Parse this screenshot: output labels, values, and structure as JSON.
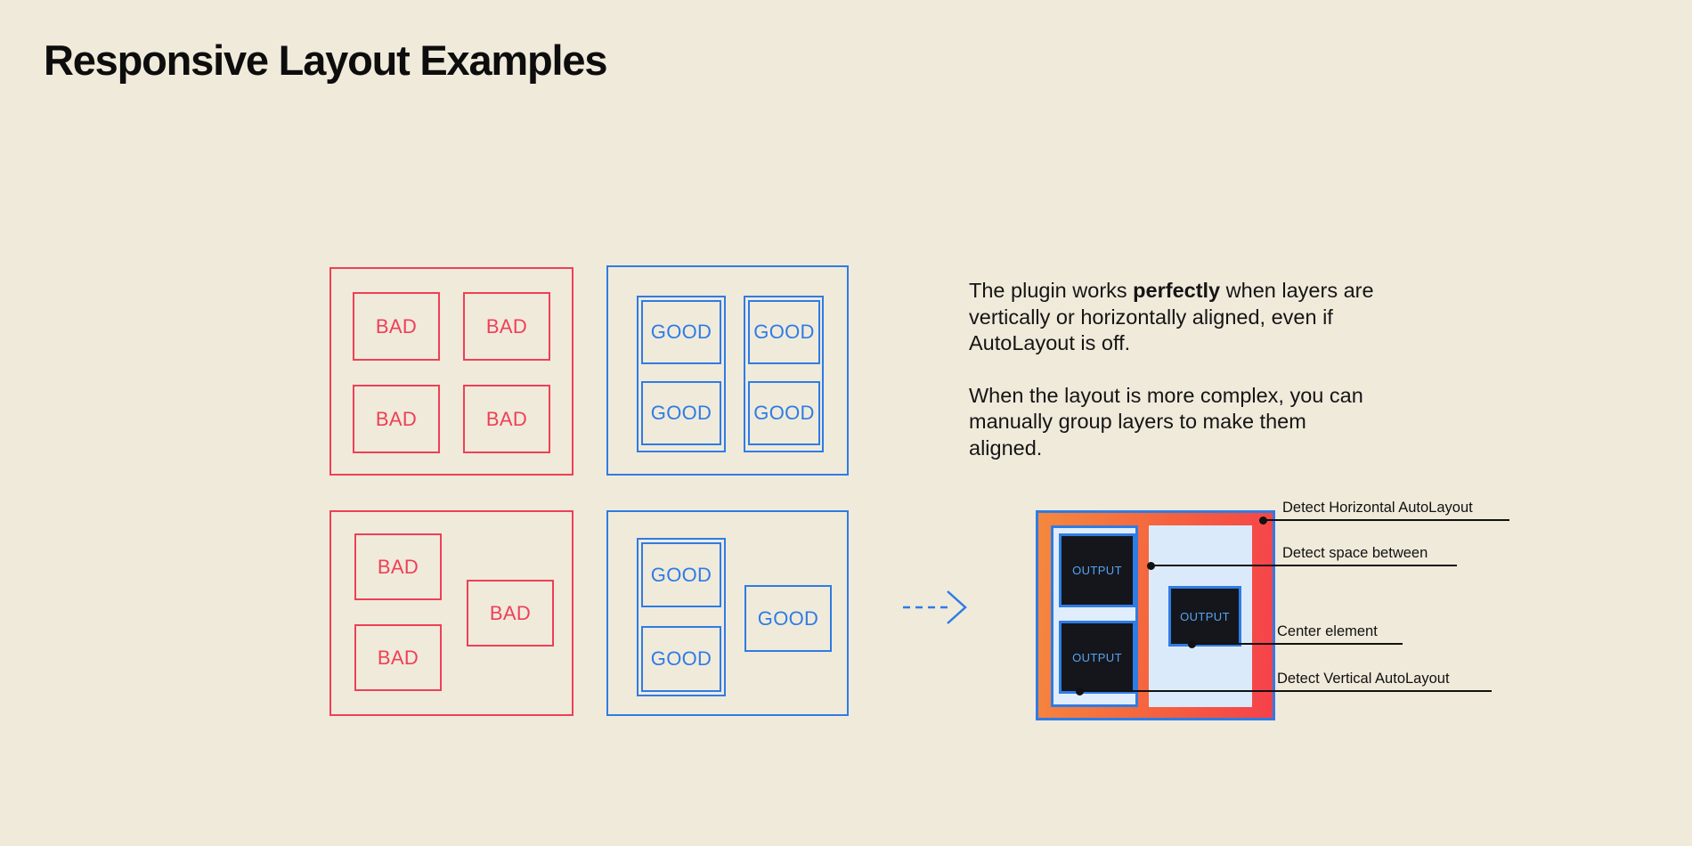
{
  "page": {
    "title": "Responsive Layout Examples",
    "background_color": "#F0EADB",
    "bad_color": "#EE4056",
    "good_color": "#2E7CE4",
    "ink_color": "#111111"
  },
  "examples": {
    "bad_grid": {
      "label": "bad-aligned-grid",
      "items": [
        {
          "label": "BAD"
        },
        {
          "label": "BAD"
        },
        {
          "label": "BAD"
        },
        {
          "label": "BAD"
        }
      ]
    },
    "good_grid": {
      "label": "good-aligned-grid",
      "items": [
        {
          "label": "GOOD"
        },
        {
          "label": "GOOD"
        },
        {
          "label": "GOOD"
        },
        {
          "label": "GOOD"
        }
      ]
    },
    "bad_complex": {
      "label": "bad-complex-layout",
      "items": [
        {
          "label": "BAD"
        },
        {
          "label": "BAD"
        },
        {
          "label": "BAD"
        }
      ]
    },
    "good_complex": {
      "label": "good-complex-layout",
      "items": [
        {
          "label": "GOOD"
        },
        {
          "label": "GOOD"
        },
        {
          "label": "GOOD"
        }
      ]
    }
  },
  "copy": {
    "p1_a": "The plugin works ",
    "p1_b": "perfectly",
    "p1_c": " when layers are vertically or horizontally aligned, even if AutoLayout is off.",
    "p2": "When the layout is more complex, you can manually group layers to make them aligned."
  },
  "figure": {
    "outputs": [
      {
        "label": "OUTPUT"
      },
      {
        "label": "OUTPUT"
      },
      {
        "label": "OUTPUT"
      }
    ],
    "frame_gradient_from": "#F5883E",
    "frame_gradient_to": "#F5414B",
    "panel_color": "#DBEAFB",
    "output_fill": "#15161C",
    "output_text_color": "#56A3F0"
  },
  "annotations": [
    {
      "label": "Detect Horizontal AutoLayout"
    },
    {
      "label": "Detect space between"
    },
    {
      "label": "Center element"
    },
    {
      "label": "Detect Vertical AutoLayout"
    }
  ]
}
